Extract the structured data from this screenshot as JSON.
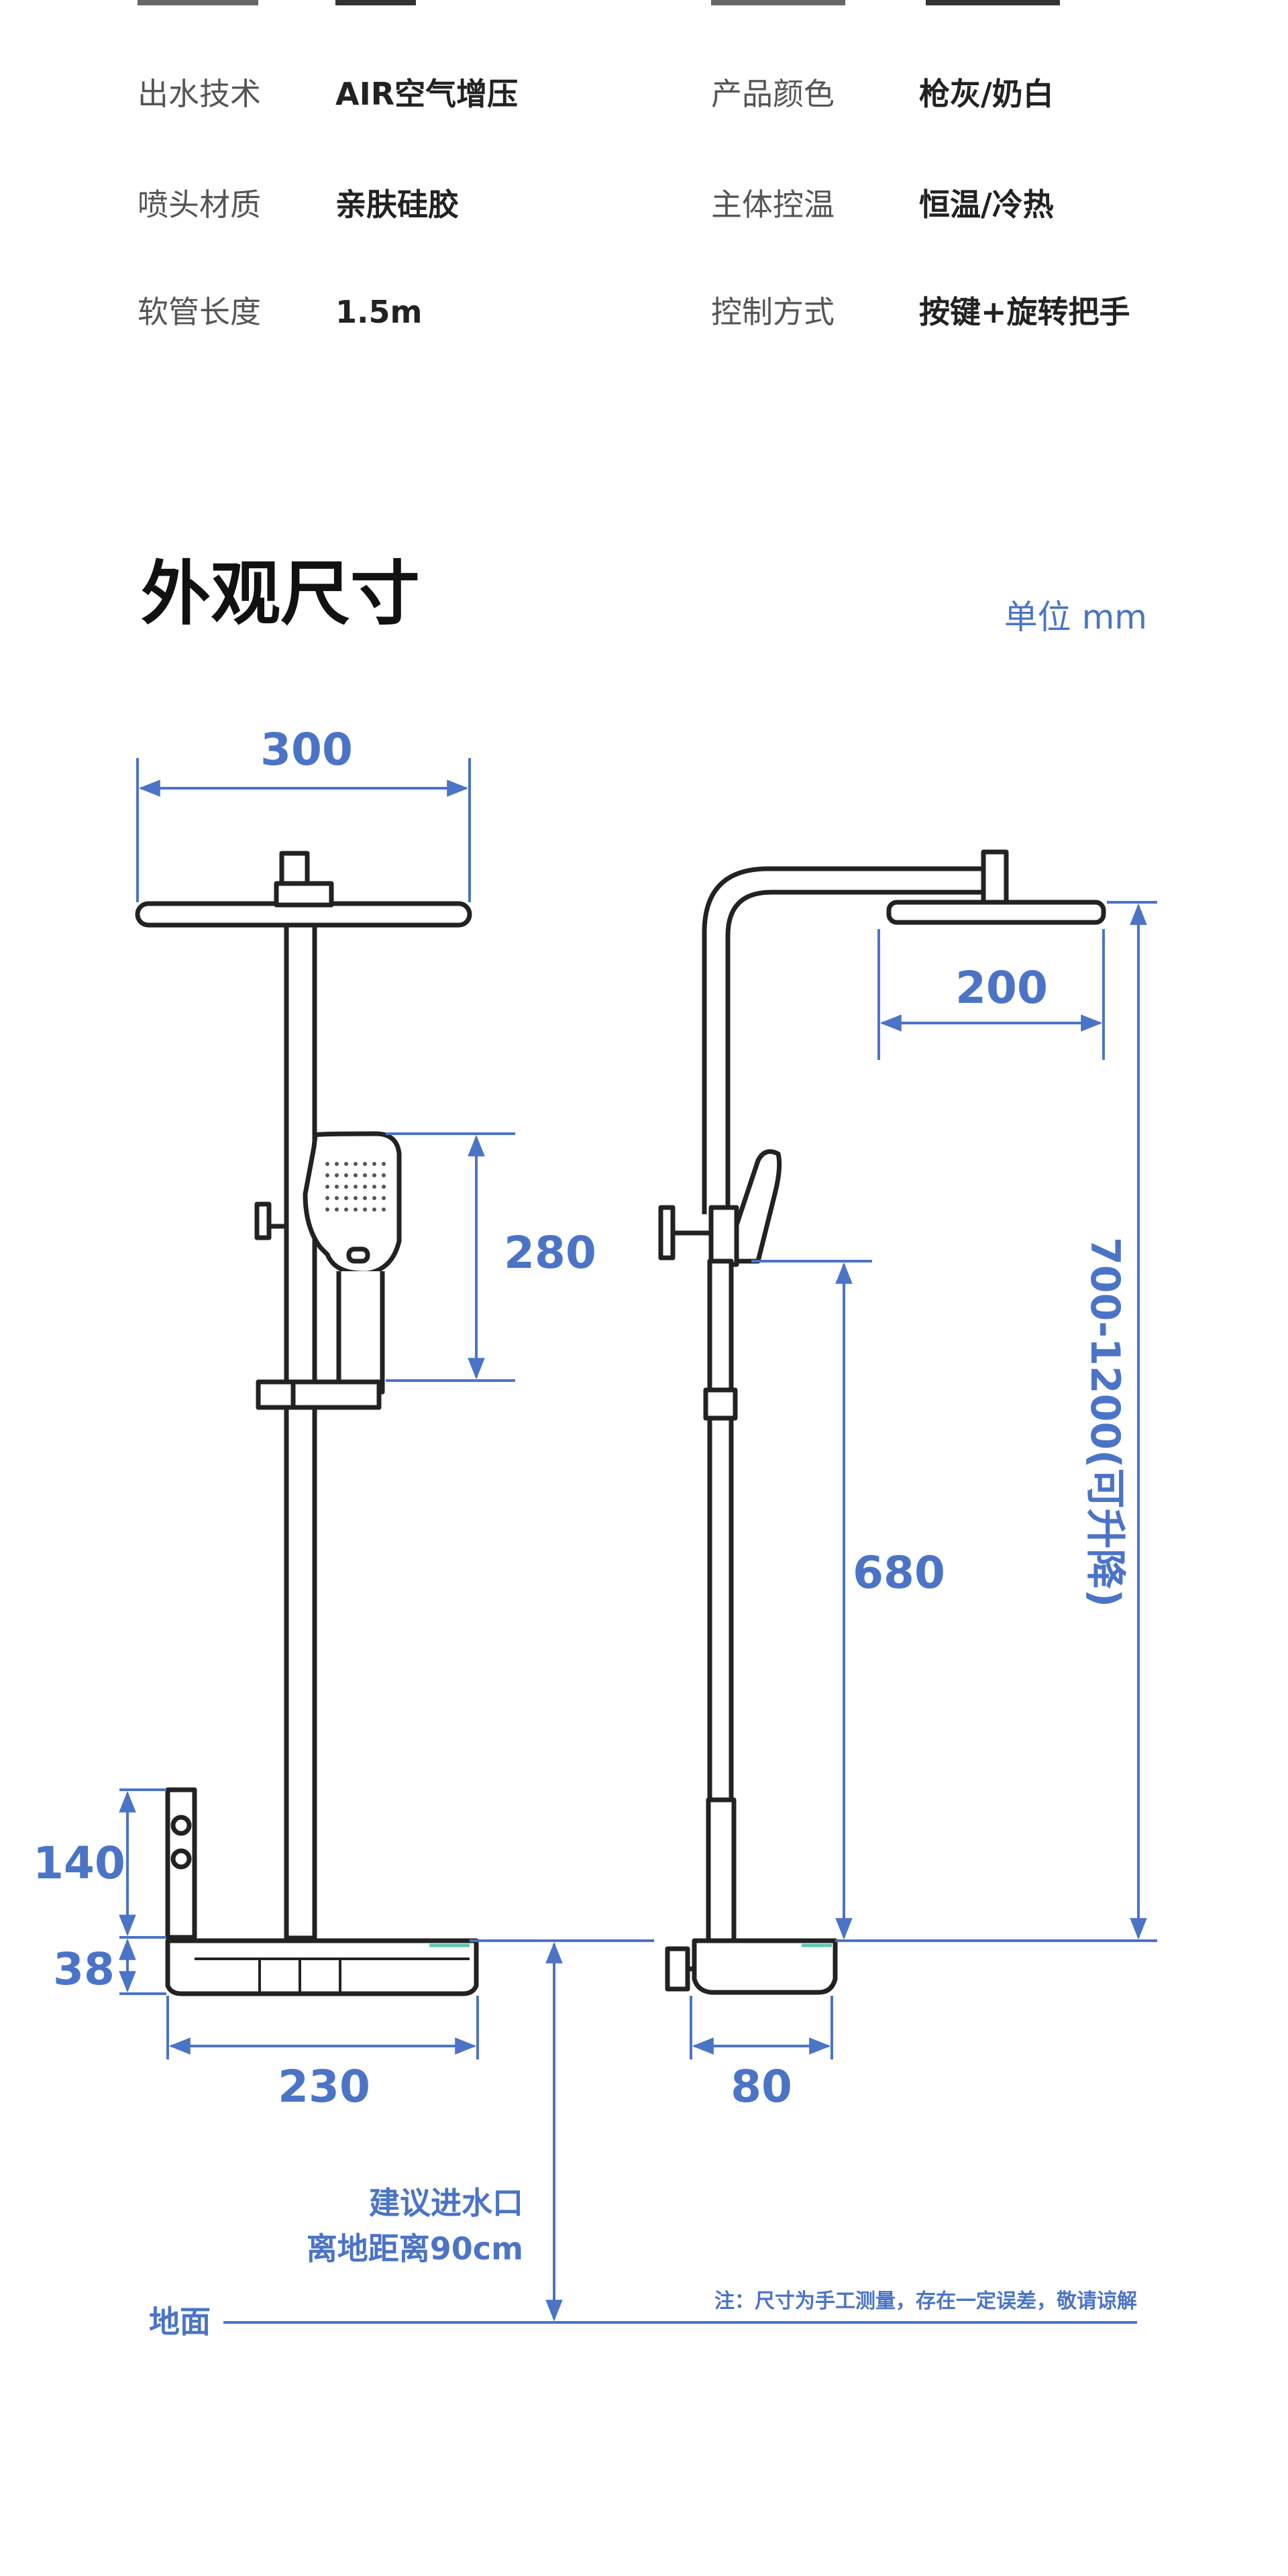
{
  "specs": [
    {
      "label": "出水技术",
      "value": "AIR空气增压"
    },
    {
      "label": "产品颜色",
      "value": "枪灰/奶白"
    },
    {
      "label": "喷头材质",
      "value": "亲肤硅胶"
    },
    {
      "label": "主体控温",
      "value": "恒温/冷热"
    },
    {
      "label": "软管长度",
      "value": "1.5m"
    },
    {
      "label": "控制方式",
      "value": "按键+旋转把手"
    }
  ],
  "section_title": "外观尺寸",
  "unit_label": "单位 mm",
  "dimensions": {
    "top_shower_width": "300",
    "handheld_height": "280",
    "panel_height": "140",
    "base_height": "38",
    "base_width": "230",
    "side_top_width": "200",
    "adjust_range": "700-1200(可升降)",
    "handheld_to_base": "680",
    "side_base_width": "80"
  },
  "inlet_note_line1": "建议进水口",
  "inlet_note_line2": "离地距离90cm",
  "floor_label": "地面",
  "footnote": "注：尺寸为手工测量，存在一定误差，敬请谅解",
  "colors": {
    "accent": "#4b74c6",
    "outline": "#222222"
  }
}
